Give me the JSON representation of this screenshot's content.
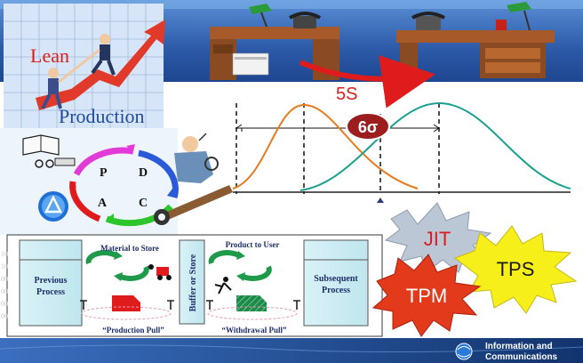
{
  "lean": {
    "word1": "Lean",
    "word2": "Production"
  },
  "five_s": "5S",
  "six_sigma": "6σ",
  "pdca": {
    "p": "P",
    "d": "D",
    "c": "C",
    "a": "A"
  },
  "flow": {
    "previous": [
      "Previous",
      "Process"
    ],
    "buffer": "Buffer or Store",
    "subsequent": [
      "Subsequent",
      "Process"
    ],
    "material_to_store": "Material to Store",
    "product_to_user": "Product to User",
    "production_pull": "“Production Pull”",
    "withdrawal_pull": "“Withdrawal Pull”",
    "left_digits": [
      "10",
      "10",
      "00",
      "00",
      "00",
      "00"
    ]
  },
  "bursts": {
    "jit": "JIT",
    "tps": "TPS",
    "tpm": "TPM"
  },
  "footer": {
    "line1": "Information and",
    "line2": "Communications"
  },
  "colors": {
    "banner_blue": "#2c5aa8",
    "lean_red": "#d81e1e",
    "six_sigma_bg": "#9c1d1d",
    "orange_curve": "#e87a1e",
    "green_curve": "#1aa08f",
    "tps_yellow": "#f7ef1a",
    "tpm_red": "#e23a1a",
    "jit_grey": "#bcc7d6"
  },
  "icons": [
    "desk-icon",
    "telephone-icon",
    "lamp-icon",
    "businessmen-icon",
    "book-icon",
    "scissors-icon",
    "recycle-icon",
    "inspector-icon",
    "wrench-icon",
    "forklift-icon",
    "running-worker-icon",
    "globe-icon"
  ]
}
